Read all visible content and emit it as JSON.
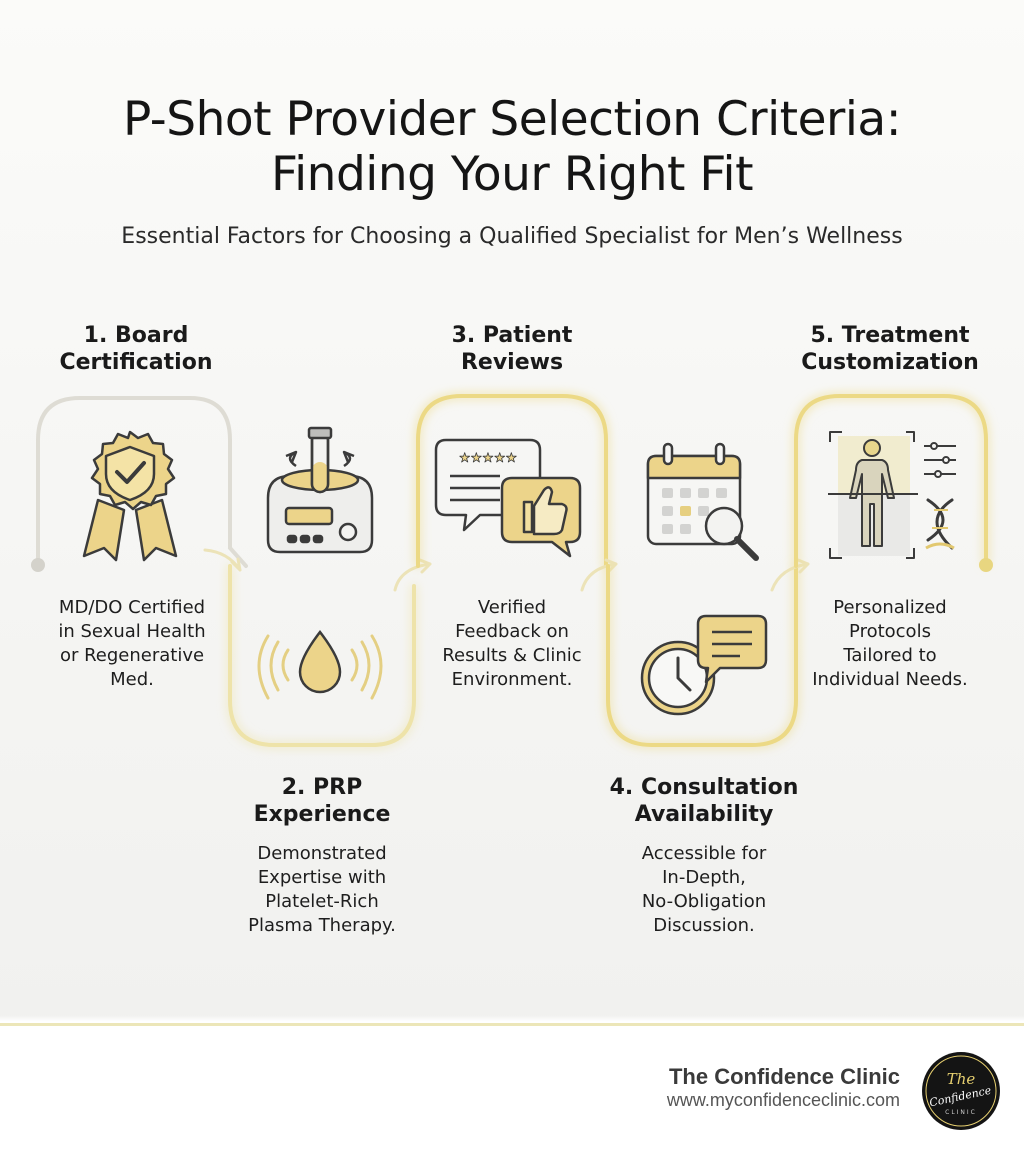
{
  "header": {
    "title_line1": "P-Shot Provider Selection Criteria:",
    "title_line2": "Finding Your Right Fit",
    "subtitle": "Essential Factors for Choosing a Qualified Specialist for Men’s Wellness"
  },
  "steps": [
    {
      "heading_line1": "1. Board",
      "heading_line2": "Certification",
      "desc_lines": [
        "MD/DO Certified",
        "in Sexual Health",
        "or Regenerative",
        "Med."
      ],
      "icon": "certified-badge-icon"
    },
    {
      "heading_line1": "2. PRP",
      "heading_line2": "Experience",
      "desc_lines": [
        "Demonstrated",
        "Expertise with",
        "Platelet-Rich",
        "Plasma Therapy."
      ],
      "icon": "centrifuge-icon"
    },
    {
      "heading_line1": "3. Patient",
      "heading_line2": "Reviews",
      "desc_lines": [
        "Verified",
        "Feedback on",
        "Results & Clinic",
        "Environment."
      ],
      "icon": "review-thumbs-up-icon"
    },
    {
      "heading_line1": "4. Consultation",
      "heading_line2": "Availability",
      "desc_lines": [
        "Accessible for",
        "In-Depth,",
        "No-Obligation",
        "Discussion."
      ],
      "icon": "calendar-search-icon"
    },
    {
      "heading_line1": "5. Treatment",
      "heading_line2": "Customization",
      "desc_lines": [
        "Personalized",
        "Protocols",
        "Tailored to",
        "Individual Needs."
      ],
      "icon": "body-scan-icon"
    }
  ],
  "footer": {
    "clinic_name": "The Confidence Clinic",
    "url": "www.myconfidenceclinic.com",
    "logo_text": "The Confidence Clinic"
  },
  "colors": {
    "accent_gold": "#e6cf6f",
    "icon_fill": "#ecd48a",
    "icon_stroke": "#3b3b3b",
    "path_grey": "#dcdad2"
  }
}
